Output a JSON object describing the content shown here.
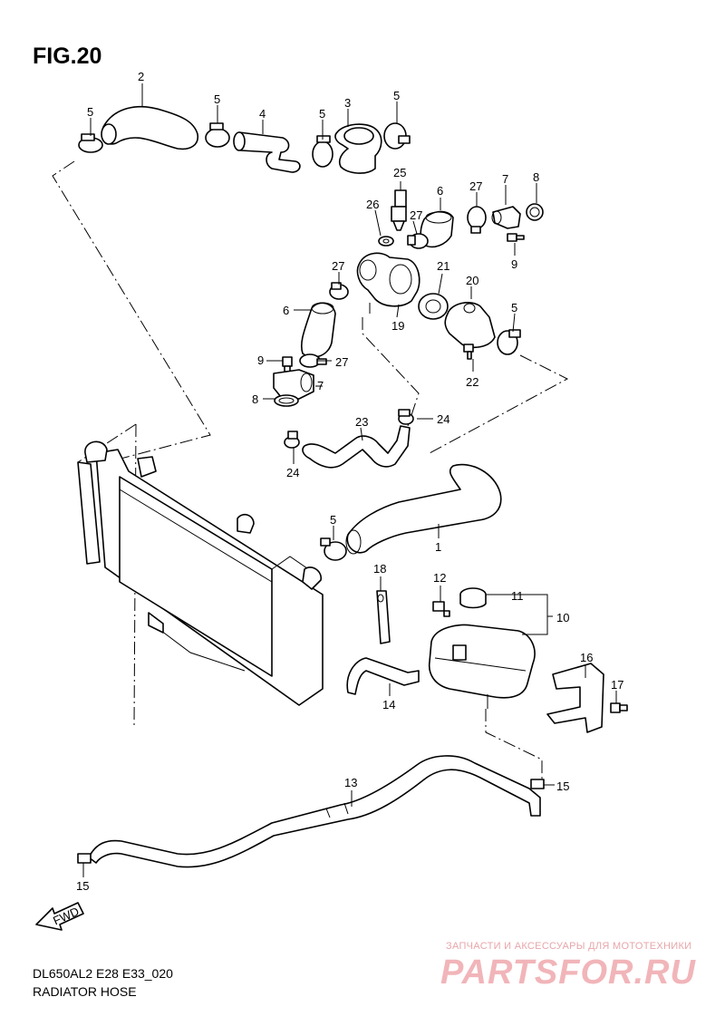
{
  "figure": {
    "title": "FIG.20",
    "code": "DL650AL2 E28 E33_020",
    "caption": "RADIATOR HOSE"
  },
  "watermark": {
    "tagline": "ЗАПЧАСТИ И АКСЕССУАРЫ ДЛЯ МОТОТЕХНИКИ",
    "logo": "PARTSFOR.RU",
    "color": "#f1b5b9"
  },
  "fwd_label": "FWD",
  "callouts": [
    "1",
    "2",
    "3",
    "4",
    "5",
    "5",
    "5",
    "5",
    "5",
    "5",
    "6",
    "6",
    "7",
    "7",
    "8",
    "8",
    "9",
    "9",
    "10",
    "11",
    "12",
    "13",
    "14",
    "15",
    "15",
    "16",
    "17",
    "18",
    "19",
    "20",
    "21",
    "22",
    "23",
    "24",
    "24",
    "25",
    "26",
    "27",
    "27",
    "27",
    "27"
  ]
}
